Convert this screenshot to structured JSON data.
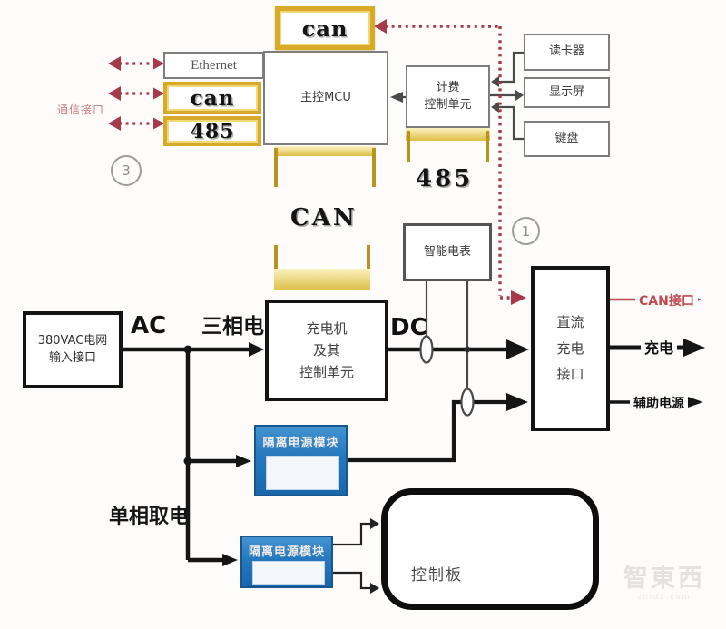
{
  "nodes": {
    "top_can": {
      "label": "can"
    },
    "ethernet": {
      "label": "Ethernet"
    },
    "can_left": {
      "label": "can"
    },
    "r485_left": {
      "label": "485"
    },
    "mcu": {
      "label": "主控MCU"
    },
    "billing": {
      "line1": "计费",
      "line2": "控制单元"
    },
    "card_reader": {
      "label": "读卡器"
    },
    "display": {
      "label": "显示屏"
    },
    "keyboard": {
      "label": "键盘"
    },
    "smart_meter": {
      "label": "智能电表"
    },
    "grid_input": {
      "line1": "380VAC电网",
      "line2": "输入接口"
    },
    "charger": {
      "line1": "充电机",
      "line2": "及其",
      "line3": "控制单元"
    },
    "dc_interface": {
      "line1": "直流",
      "line2": "充电",
      "line3": "接口"
    },
    "iso_module_top": {
      "label": "隔离电源模块"
    },
    "iso_module_bottom": {
      "label": "隔离电源模块"
    },
    "control_board": {
      "label": "控制板"
    }
  },
  "labels": {
    "comm_interface": "通信接口",
    "marker_3": "3",
    "marker_1": "1",
    "can_bus": "CAN",
    "bus_485": "485",
    "ac": "AC",
    "three_phase": "三相电",
    "dc": "DC",
    "single_phase_tap": "单相取电",
    "can_port_out": "CAN接口",
    "charge_out": "充电",
    "aux_power_out": "辅助电源"
  },
  "watermark": {
    "brand": "智東西",
    "domain": "zhidx.com"
  },
  "colors": {
    "gold_accent": "#d9a92a",
    "blue_module": "#2578bd",
    "red_comm": "#a63a4a",
    "line_black": "#151515",
    "box_border_gray": "#7d7d7d"
  }
}
